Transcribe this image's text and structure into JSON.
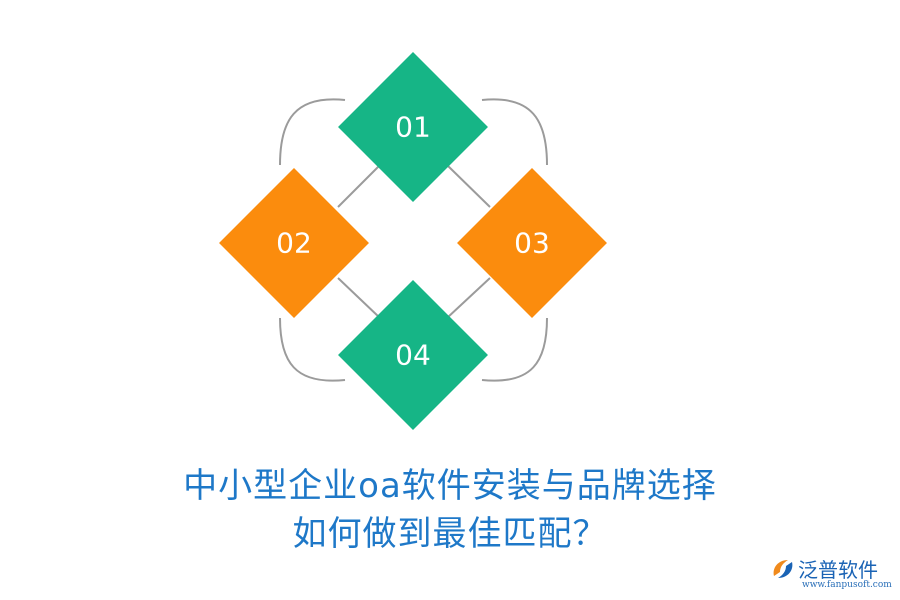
{
  "diagram": {
    "items": [
      {
        "label": "01",
        "color": "#16b586"
      },
      {
        "label": "02",
        "color": "#fb8c0d"
      },
      {
        "label": "03",
        "color": "#fb8c0d"
      },
      {
        "label": "04",
        "color": "#16b586"
      }
    ],
    "connector_color": "#9b9b9b"
  },
  "title": {
    "line1": "中小型企业oa软件安装与品牌选择",
    "line2": "如何做到最佳匹配？",
    "color": "#1e78c8"
  },
  "logo": {
    "name": "泛普软件",
    "url": "www.fanpusoft.com",
    "colors": {
      "orange": "#f08a1c",
      "blue": "#1a63b5"
    }
  }
}
